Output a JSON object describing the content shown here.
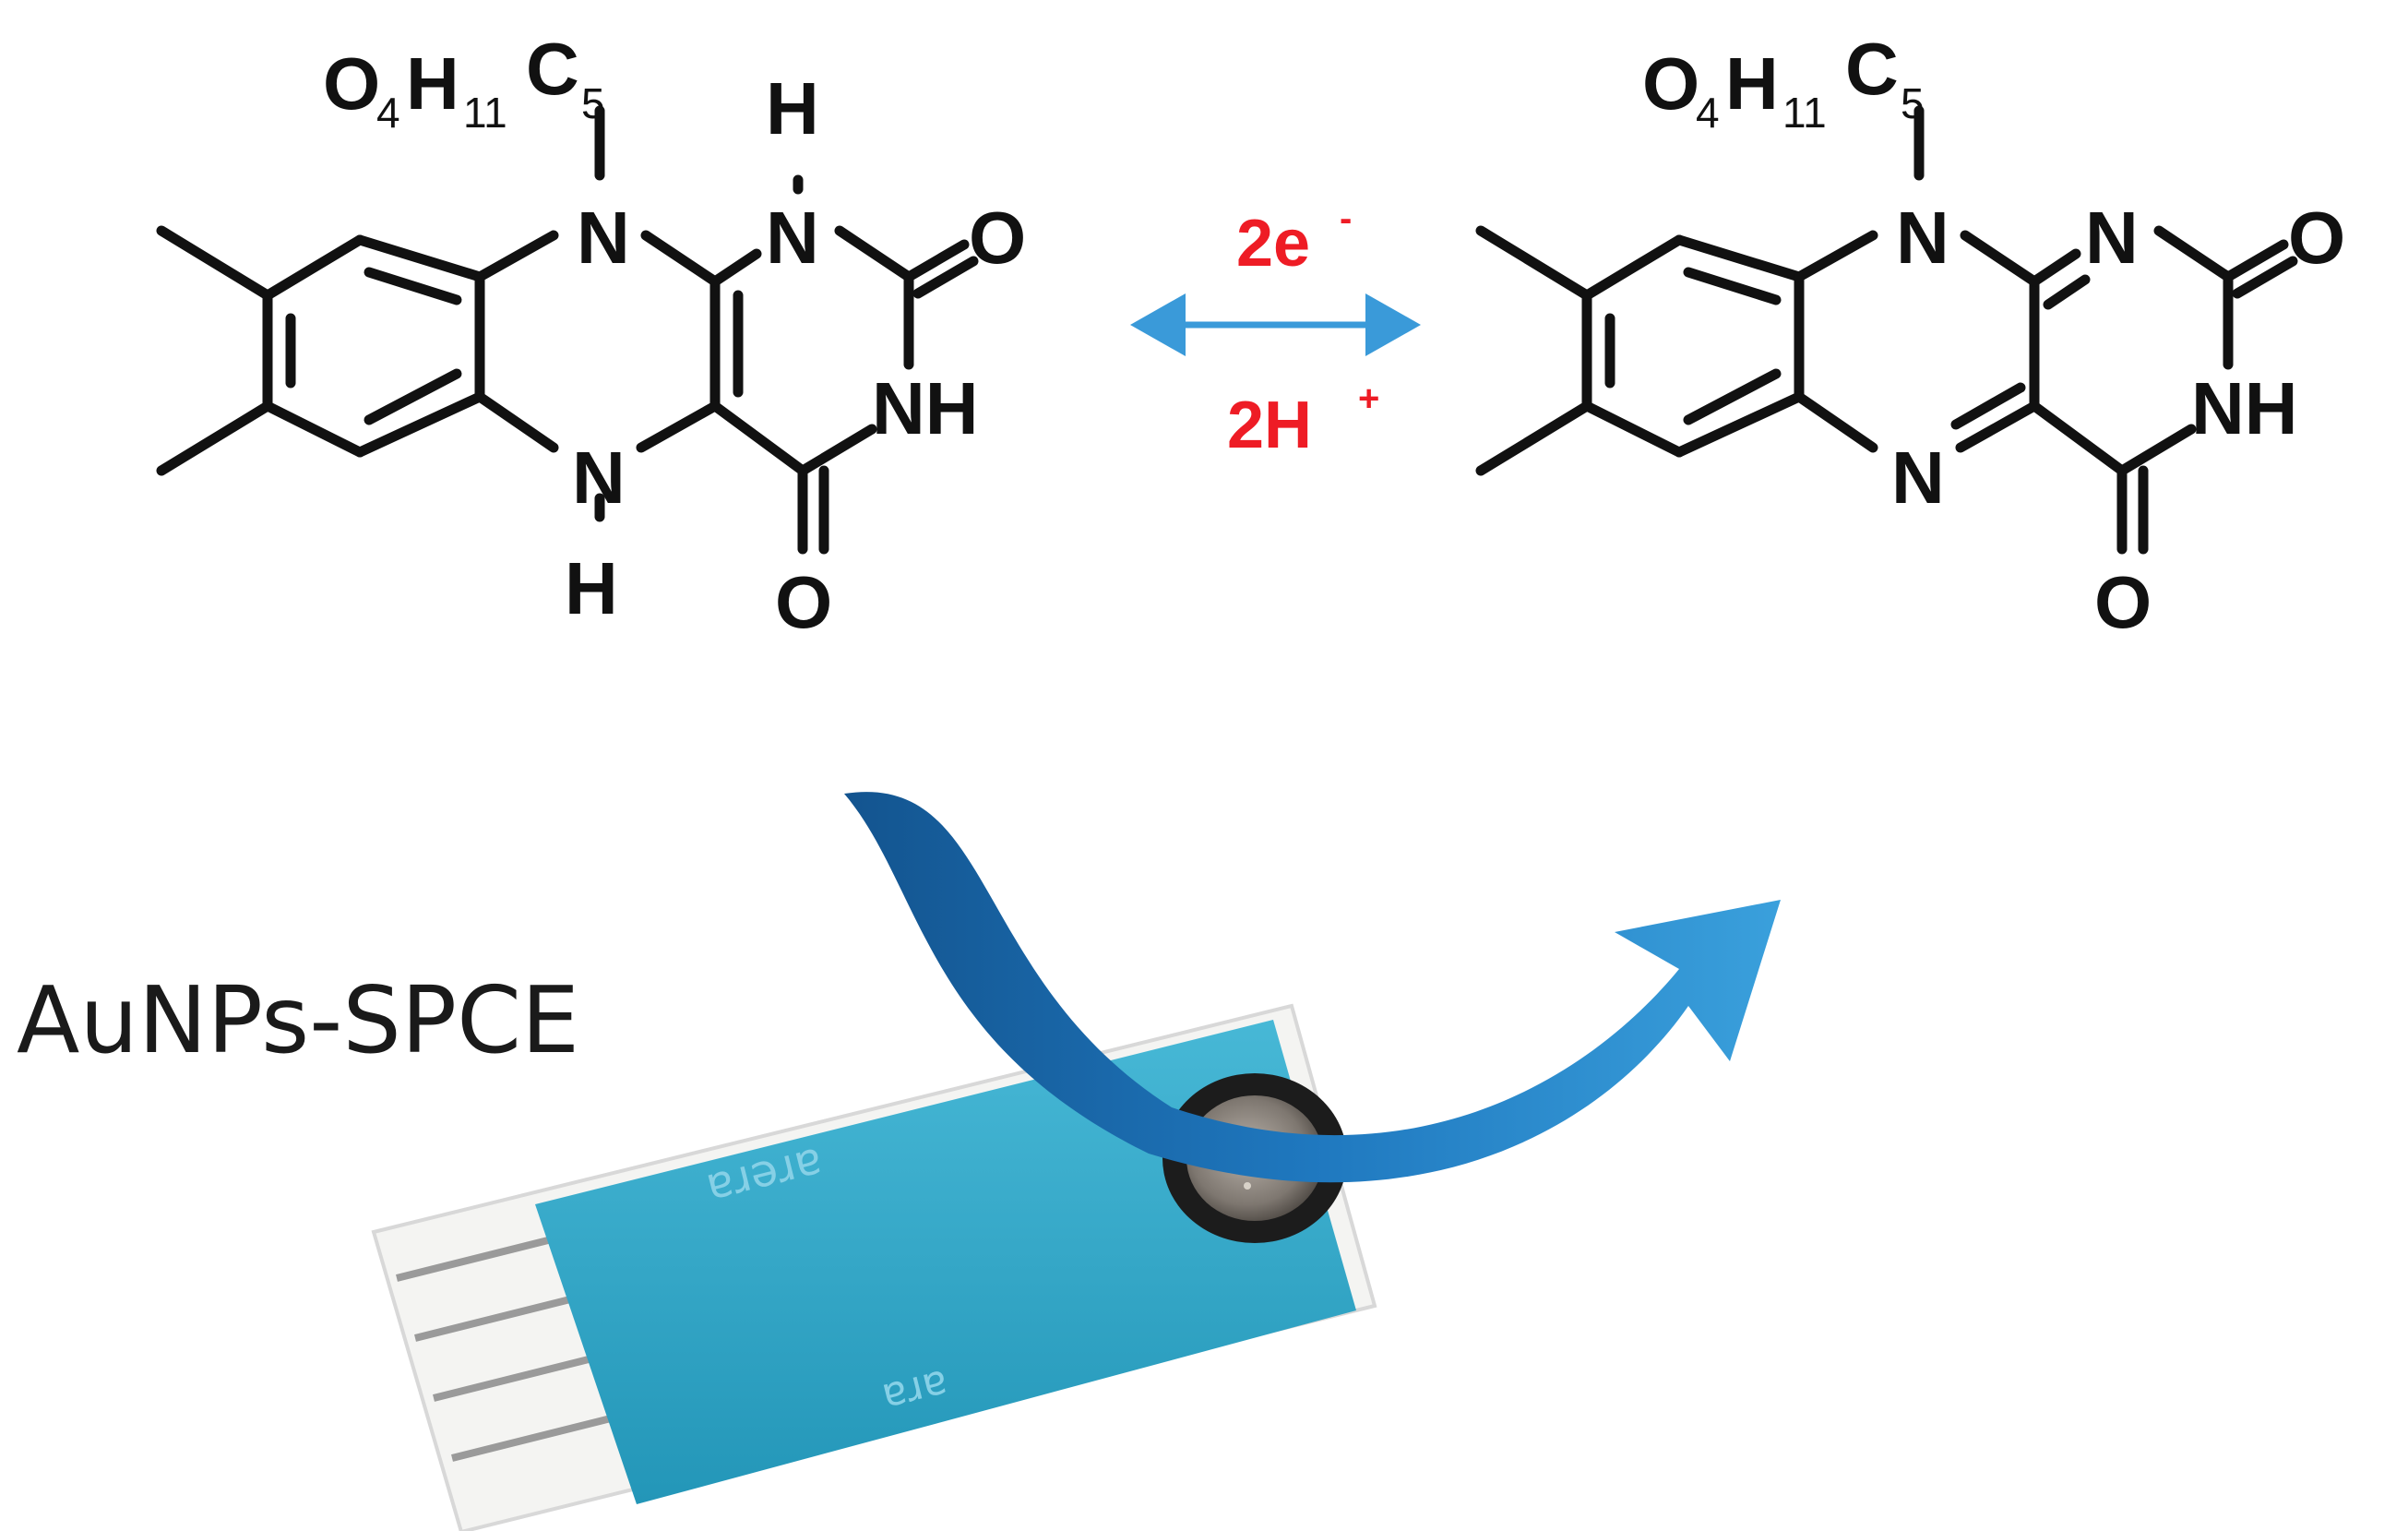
{
  "reduced": {
    "substituent": {
      "O": "O",
      "O_sub": "4",
      "H": "H",
      "H_sub": "11",
      "C": "C",
      "C_sub": "5"
    },
    "atoms": {
      "N10": "N",
      "N1": "N",
      "N1_H": "H",
      "O2": "O",
      "N3": "NH",
      "O4": "O",
      "N5": "N",
      "N5_H": "H"
    }
  },
  "oxidized": {
    "substituent": {
      "O": "O",
      "O_sub": "4",
      "H": "H",
      "H_sub": "11",
      "C": "C",
      "C_sub": "5"
    },
    "atoms": {
      "N10": "N",
      "N1": "N",
      "O2": "O",
      "N3": "NH",
      "O4": "O",
      "N5": "N"
    }
  },
  "reaction": {
    "electrons": "2e",
    "electrons_sup": "-",
    "protons": "2H",
    "protons_sup": "+",
    "arrow_color": "#3a9ad9",
    "text_color": "#ee1c25"
  },
  "electrode": {
    "label": "AuNPs-SPCE",
    "body_color": "#2fa6c8",
    "curve_arrow_color": "#1f78bf"
  }
}
